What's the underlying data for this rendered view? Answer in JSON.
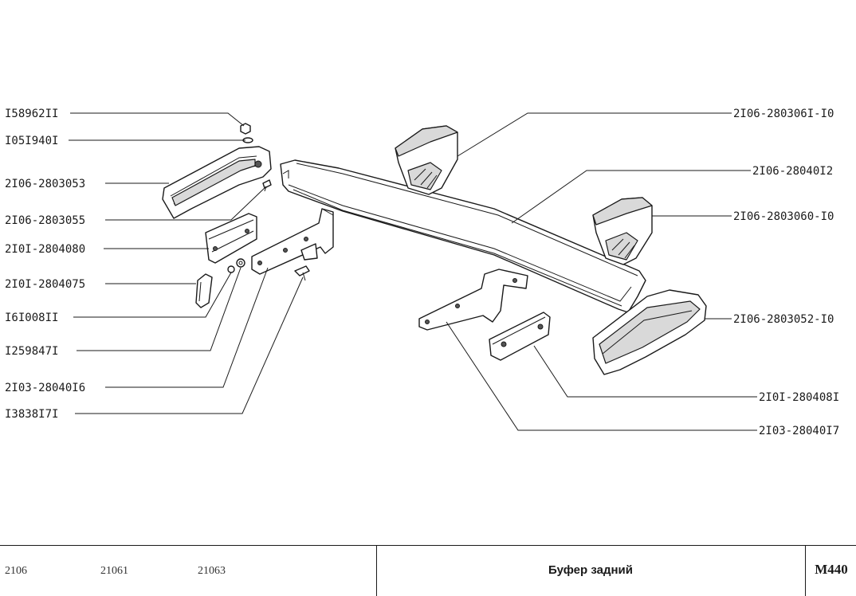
{
  "callouts_left": [
    {
      "id": "c1",
      "label": "I58962II"
    },
    {
      "id": "c2",
      "label": "I05I940I"
    },
    {
      "id": "c3",
      "label": "2I06-2803053"
    },
    {
      "id": "c4",
      "label": "2I06-2803055"
    },
    {
      "id": "c5",
      "label": "2I0I-2804080"
    },
    {
      "id": "c6",
      "label": "2I0I-2804075"
    },
    {
      "id": "c7",
      "label": "I6I008II"
    },
    {
      "id": "c8",
      "label": "I259847I"
    },
    {
      "id": "c9",
      "label": "2I03-28040I6"
    },
    {
      "id": "c10",
      "label": "I3838I7I"
    }
  ],
  "callouts_right": [
    {
      "id": "r1",
      "label": "2I06-280306I-I0"
    },
    {
      "id": "r2",
      "label": "2I06-28040I2"
    },
    {
      "id": "r3",
      "label": "2I06-2803060-I0"
    },
    {
      "id": "r4",
      "label": "2I06-2803052-I0"
    },
    {
      "id": "r5",
      "label": "2I0I-280408I"
    },
    {
      "id": "r6",
      "label": "2I03-28040I7"
    }
  ],
  "footer": {
    "models": [
      "2106",
      "21061",
      "21063"
    ],
    "title": "Буфер задний",
    "code": "M440"
  }
}
